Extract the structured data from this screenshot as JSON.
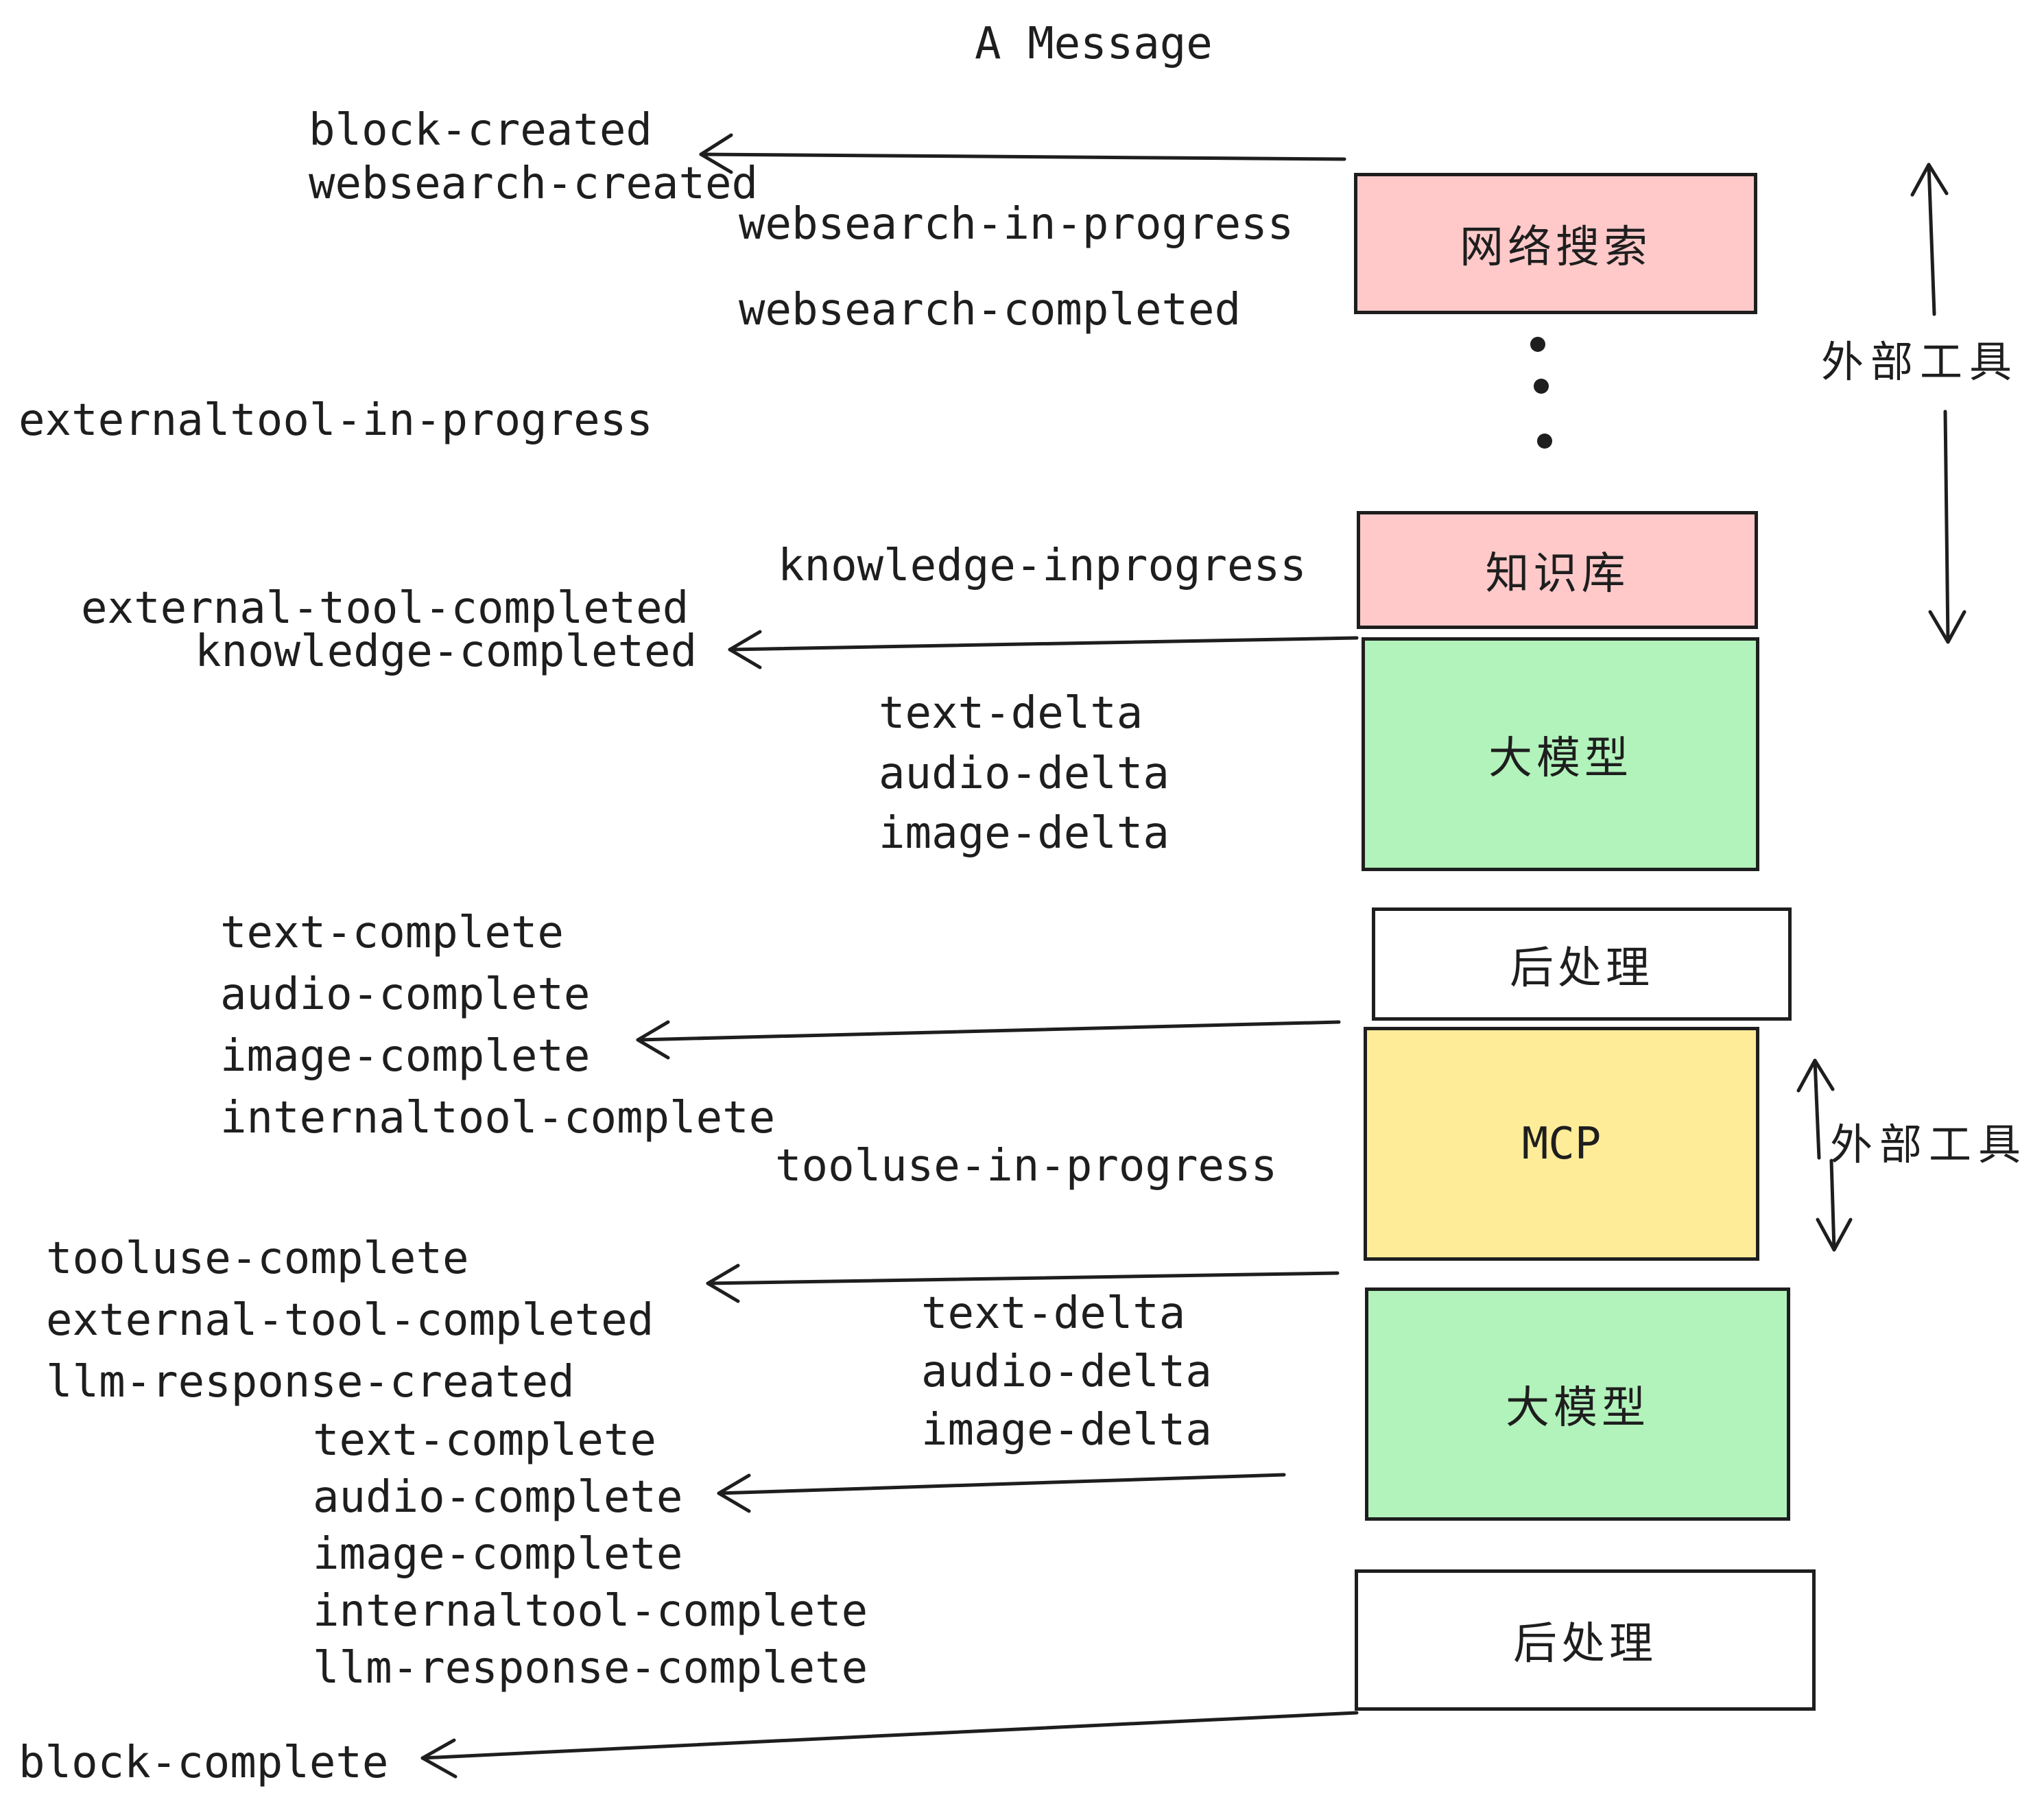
{
  "title": "A Message",
  "colors": {
    "ink": "#1e1e1e",
    "pink": "#ffc9c9",
    "green": "#b2f2bb",
    "yellow": "#ffec99",
    "white": "#ffffff"
  },
  "boxes": {
    "websearch": "网络搜索",
    "knowledge": "知识库",
    "llm1": "大模型",
    "post1": "后处理",
    "mcp": "MCP",
    "llm2": "大模型",
    "post2": "后处理"
  },
  "side_labels": {
    "external_tools_top": "外部工具",
    "external_tools_mcp": "外部工具"
  },
  "events": {
    "block_created": "block-created",
    "websearch_created": "websearch-created",
    "websearch_in_progress": "websearch-in-progress",
    "websearch_completed": "websearch-completed",
    "externaltool_in_progress": "externaltool-in-progress",
    "knowledge_inprogress": "knowledge-inprogress",
    "external_tool_completed": "external-tool-completed",
    "knowledge_completed": "knowledge-completed",
    "text_delta": "text-delta",
    "audio_delta": "audio-delta",
    "image_delta": "image-delta",
    "text_complete": "text-complete",
    "audio_complete": "audio-complete",
    "image_complete": "image-complete",
    "internaltool_complete": "internaltool-complete",
    "tooluse_in_progress": "tooluse-in-progress",
    "tooluse_complete": "tooluse-complete",
    "external_tool_completed_2": "external-tool-completed",
    "llm_response_created": "llm-response-created",
    "text_complete_2": "text-complete",
    "audio_complete_2": "audio-complete",
    "image_complete_2": "image-complete",
    "internaltool_complete_2": "internaltool-complete",
    "llm_response_complete": "llm-response-complete",
    "block_complete": "block-complete",
    "text_delta_2": "text-delta",
    "audio_delta_2": "audio-delta",
    "image_delta_2": "image-delta"
  }
}
